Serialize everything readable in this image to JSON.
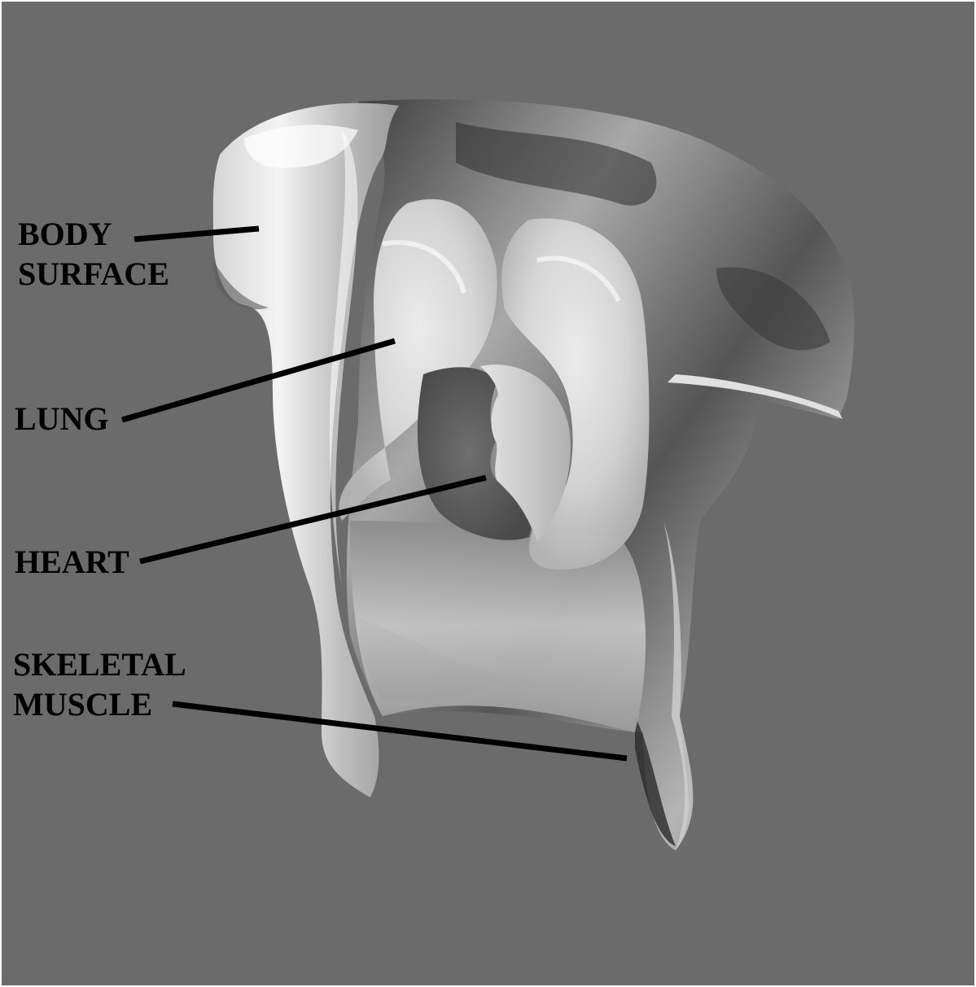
{
  "labels": {
    "body_surface": [
      "BODY",
      "SURFACE"
    ],
    "lung": "LUNG",
    "heart": "HEART",
    "skeletal_muscle": [
      "SKELETAL",
      "MUSCLE"
    ]
  },
  "colors": {
    "background": "#6b6b6b",
    "border": "#ffffff",
    "leader_lines": "#000000",
    "label_text": "#000000"
  }
}
